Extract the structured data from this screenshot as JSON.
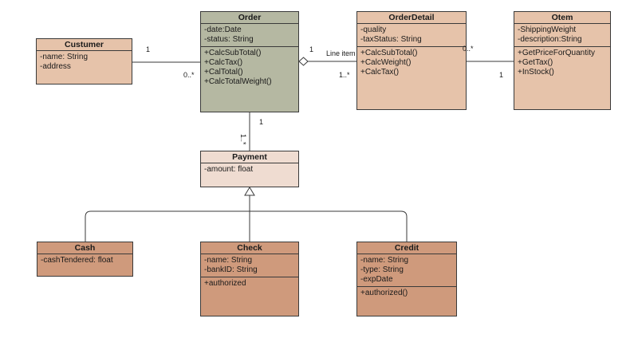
{
  "colors": {
    "order_fill": "#b5b8a2",
    "light_fill": "#e6c3aa",
    "payment_fill": "#efdcd1",
    "sub_fill": "#cf9a7c",
    "line": "#3a3a3a"
  },
  "classes": {
    "customer": {
      "name": "Custumer",
      "attributes": [
        "-name: String",
        "-address"
      ],
      "methods": []
    },
    "order": {
      "name": "Order",
      "attributes": [
        "-date:Date",
        "-status: String"
      ],
      "methods": [
        "+CalcSubTotal()",
        "+CalcTax()",
        "+CalTotal()",
        "+CalcTotalWeight()"
      ]
    },
    "order_detail": {
      "name": "OrderDetail",
      "attributes": [
        "-quality",
        "-taxStatus: String"
      ],
      "methods": [
        "+CalcSubTotal()",
        "+CalcWeight()",
        "+CalcTax()"
      ]
    },
    "otem": {
      "name": "Otem",
      "attributes": [
        "-ShippingWeight",
        "-description:String"
      ],
      "methods": [
        "+GetPriceForQuantity",
        "+GetTax()",
        "+InStock()"
      ]
    },
    "payment": {
      "name": "Payment",
      "attributes": [
        "-amount: float"
      ],
      "methods": []
    },
    "cash": {
      "name": "Cash",
      "attributes": [
        "-cashTendered: float"
      ],
      "methods": []
    },
    "check": {
      "name": "Check",
      "attributes": [
        "-name: String",
        "-bankID: String"
      ],
      "methods": [
        "+authorized"
      ]
    },
    "credit": {
      "name": "Credit",
      "attributes": [
        "-name: String",
        "-type: String",
        "-expDate"
      ],
      "methods": [
        "+authorized()"
      ]
    }
  },
  "associations": {
    "customer_order": {
      "customer_end": "1",
      "order_end": "0..*"
    },
    "order_detail": {
      "label": "Line item",
      "order_end": "1",
      "detail_end": "1..*"
    },
    "detail_otem": {
      "detail_end": "0..*",
      "otem_end": "1"
    },
    "order_payment": {
      "order_end": "1",
      "payment_end": "1..*"
    }
  }
}
